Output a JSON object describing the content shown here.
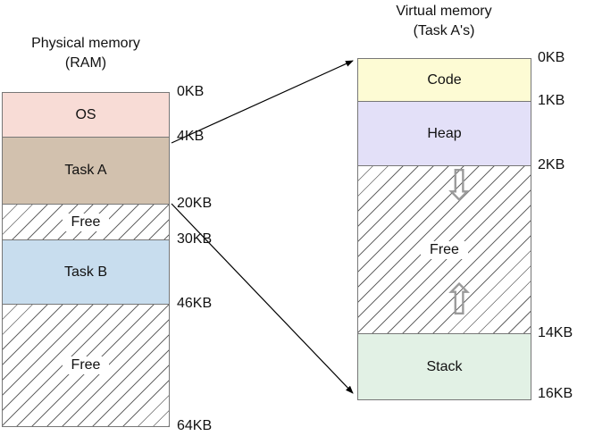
{
  "colors": {
    "os": "#f8dcd6",
    "task-a": "#d2c1ae",
    "task-b": "#c8ddee",
    "code": "#fdfbd4",
    "heap": "#e3e0f8",
    "stack": "#e2f1e5",
    "border": "#777777",
    "hatch-line": "#666666",
    "arrow": "#000000",
    "block-arrow": "#9a9a9a"
  },
  "physical": {
    "title": "Physical memory",
    "subtitle": "(RAM)",
    "segments": [
      {
        "label": "OS"
      },
      {
        "label": "Task A"
      },
      {
        "label": "Free"
      },
      {
        "label": "Task B"
      },
      {
        "label": "Free"
      }
    ],
    "boundaries": [
      "0KB",
      "4KB",
      "20KB",
      "30KB",
      "46KB",
      "64KB"
    ]
  },
  "virtual": {
    "title": "Virtual memory",
    "subtitle": "(Task A's)",
    "segments": [
      {
        "label": "Code"
      },
      {
        "label": "Heap"
      },
      {
        "label": "Free"
      },
      {
        "label": "Stack"
      }
    ],
    "boundaries": [
      "0KB",
      "1KB",
      "2KB",
      "14KB",
      "16KB"
    ]
  },
  "icons": {
    "down_arrow": "⇩",
    "up_arrow": "⇧"
  }
}
